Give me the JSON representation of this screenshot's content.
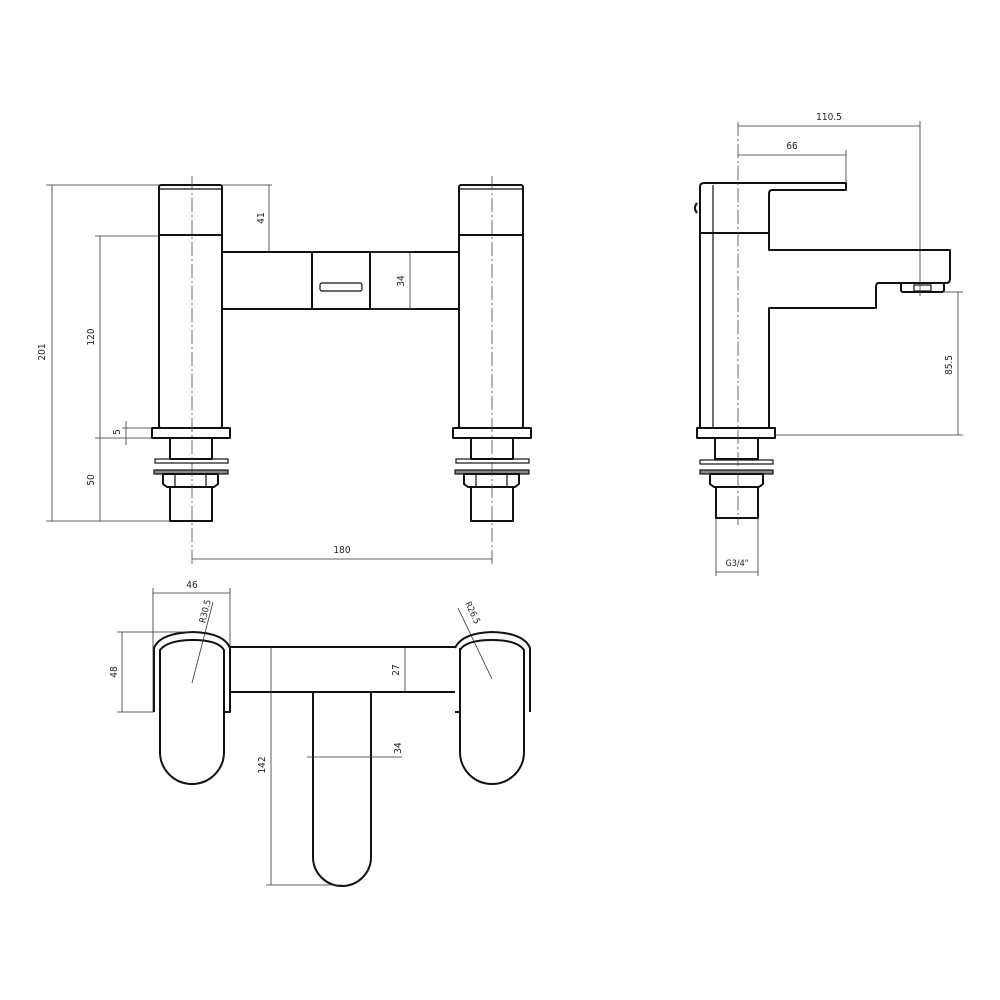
{
  "drawing": {
    "front_view": {
      "overall_height": "201",
      "body_height": "120",
      "handle_height": "41",
      "bar_height": "34",
      "flange_thickness": "5",
      "shank_length": "50",
      "centres": "180"
    },
    "side_view": {
      "spout_reach": "110.5",
      "handle_reach": "66",
      "spout_clearance": "85.5",
      "thread": "G3/4\""
    },
    "top_view": {
      "handle_width": "46",
      "handle_depth": "48",
      "left_radius": "R30.5",
      "right_radius": "R26.5",
      "bar_depth": "27",
      "spout_projection": "142",
      "spout_width": "34"
    }
  }
}
